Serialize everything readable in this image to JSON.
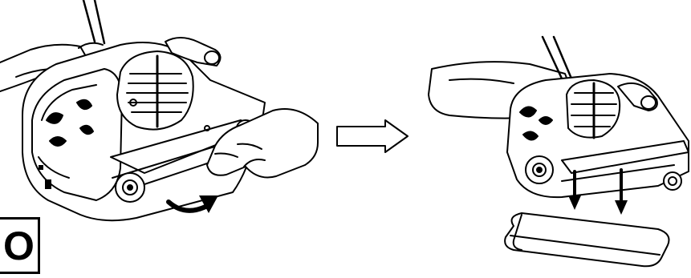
{
  "figure": {
    "step_label": "O",
    "panels": [
      {
        "name": "release-belt",
        "action": "lever-rotate"
      },
      {
        "name": "remove-belt",
        "action": "belt-slide-off"
      }
    ],
    "transition_icon": "right-arrow-icon",
    "colors": {
      "line": "#000000",
      "background": "#ffffff"
    }
  }
}
